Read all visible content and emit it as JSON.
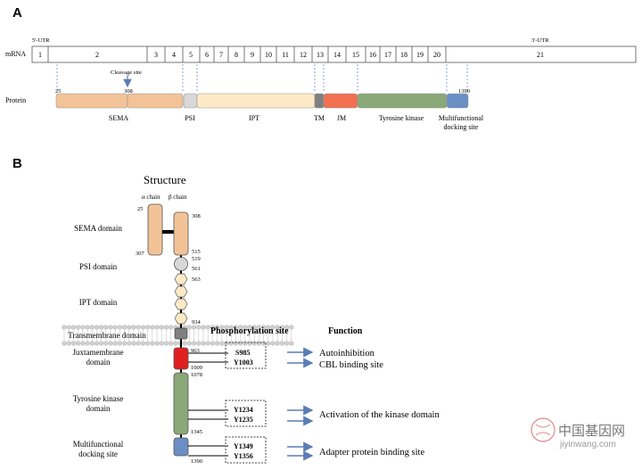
{
  "panel_a": {
    "letter": "A",
    "mrna_label": "mRNA",
    "utr5": "5'-UTR",
    "utr3": "3'-UTR",
    "exons": [
      "1",
      "2",
      "3",
      "4",
      "5",
      "6",
      "7",
      "8",
      "9",
      "10",
      "11",
      "12",
      "13",
      "14",
      "15",
      "16",
      "17",
      "18",
      "19",
      "20",
      "21"
    ],
    "cleavage_label": "Cleavage site",
    "protein_label": "Protein",
    "pos_start": "25",
    "pos_cleave": "308",
    "pos_end": "1390",
    "domains": [
      {
        "label": "SEMA",
        "color": "#f2c397"
      },
      {
        "label": "PSI",
        "color": "#d8d8d8"
      },
      {
        "label": "IPT",
        "color": "#fde9c6"
      },
      {
        "label": "TM",
        "color": "#808080"
      },
      {
        "label": "JM",
        "color": "#f07050"
      },
      {
        "label": "Tyrosine kinase",
        "color": "#8aa878"
      },
      {
        "label": "Multifunctional",
        "label2": "docking site",
        "color": "#6b8fc4"
      }
    ]
  },
  "panel_b": {
    "letter": "B",
    "title": "Structure",
    "alpha": "α chain",
    "beta": "β chain",
    "domain_labels": {
      "sema": "SEMA domain",
      "psi": "PSI domain",
      "ipt": "IPT domain",
      "tm": "Transmembrane domain",
      "jm1": "Juxtamembrane",
      "jm2": "domain",
      "tk1": "Tyrosine kinase",
      "tk2": "domain",
      "md1": "Multifunctional",
      "md2": "docking site"
    },
    "positions": {
      "a_top": "25",
      "a_bot": "307",
      "b_top": "308",
      "p515": "515",
      "p519": "519",
      "p561": "561",
      "p563": "563",
      "p934": "934",
      "p963": "963",
      "p1009": "1009",
      "p1078": "1078",
      "p1345": "1345",
      "p1390": "1390"
    },
    "phos_header": "Phosphorylation site",
    "func_header": "Function",
    "sites": [
      [
        "S985",
        "Y1003"
      ],
      [
        "Y1234",
        "Y1235"
      ],
      [
        "Y1349",
        "Y1356"
      ]
    ],
    "functions": [
      "Autoinhibition",
      "CBL binding site",
      "Activation of the kinase domain",
      "Adapter protein binding site"
    ]
  },
  "watermark": {
    "cn": "中国基因网",
    "en": "jiyinwang.com"
  }
}
